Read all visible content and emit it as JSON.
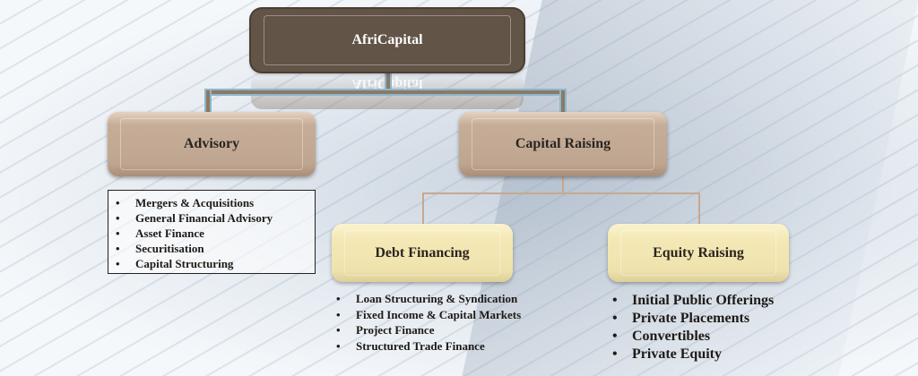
{
  "root": {
    "label": "AfriCapital"
  },
  "advisory": {
    "label": "Advisory",
    "items": [
      "Mergers & Acquisitions",
      "General Financial Advisory",
      "Asset Finance",
      "Securitisation",
      "Capital Structuring"
    ]
  },
  "capital_raising": {
    "label": "Capital Raising"
  },
  "debt": {
    "label": "Debt Financing",
    "items": [
      "Loan Structuring & Syndication",
      "Fixed Income & Capital Markets",
      "Project Finance",
      "Structured Trade Finance"
    ]
  },
  "equity": {
    "label": "Equity Raising",
    "items": [
      "Initial Public Offerings",
      "Private Placements",
      "Convertibles",
      "Private Equity"
    ]
  }
}
